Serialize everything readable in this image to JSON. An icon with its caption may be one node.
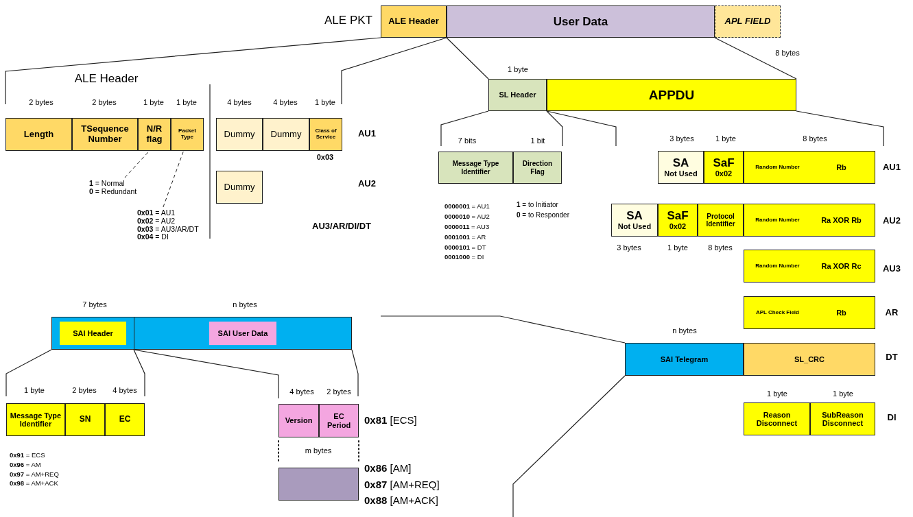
{
  "diagram": {
    "nodes": [
      {
        "text": [
          "ALE Header"
        ]
      },
      {
        "text": [
          "User Data"
        ]
      },
      {
        "text": [
          "APL FIELD"
        ]
      },
      {
        "text": [
          "Length"
        ]
      },
      {
        "text": [
          "TSequence Number"
        ]
      },
      {
        "text": [
          "N/R flag"
        ]
      },
      {
        "text": [
          "Packet Type"
        ]
      },
      {
        "text": [
          "Dummy"
        ]
      },
      {
        "text": [
          "Dummy"
        ]
      },
      {
        "text": [
          "Class of Service"
        ]
      },
      {
        "text": [
          "Dummy"
        ]
      },
      {
        "text": [
          "**1** = Normal",
          "**0** = Redundant"
        ]
      },
      {
        "text": [
          "**0x01** = AU1",
          "**0x02** = AU2",
          "**0x03** = AU3/AR/DT",
          "**0x04** = DI"
        ]
      },
      {
        "text": [
          "SL Header"
        ]
      },
      {
        "text": [
          "APPDU"
        ]
      },
      {
        "text": [
          "Message Type Identifier"
        ]
      },
      {
        "text": [
          "Direction Flag"
        ]
      },
      {
        "text": [
          "SA",
          "Not Used"
        ]
      },
      {
        "text": [
          "SaF",
          "0x02"
        ]
      },
      {
        "text": [
          "Random Number",
          "Rb"
        ]
      },
      {
        "text": [
          "SA",
          "Not Used"
        ]
      },
      {
        "text": [
          "SaF",
          "0x02"
        ]
      },
      {
        "text": [
          "Protocol Identifier"
        ]
      },
      {
        "text": [
          "Random Number",
          "Ra XOR Rb"
        ]
      },
      {
        "text": [
          "Random Number",
          "Ra XOR Rc"
        ]
      },
      {
        "text": [
          "APL Check Field",
          "Rb"
        ]
      },
      {
        "text": [
          "SAI Telegram"
        ]
      },
      {
        "text": [
          "SL_CRC"
        ]
      },
      {
        "text": [
          "Reason Disconnect"
        ]
      },
      {
        "text": [
          "SubReason Disconnect"
        ]
      },
      {
        "text": [],
        "shape": "box"
      },
      {
        "text": [
          "SAI Header"
        ],
        "in": 30
      },
      {
        "text": [
          "SAI User Data"
        ],
        "in": 30
      },
      {
        "text": [
          "Message Type Identifier"
        ]
      },
      {
        "text": [
          "SN"
        ]
      },
      {
        "text": [
          "EC"
        ]
      },
      {
        "text": [
          "Version"
        ]
      },
      {
        "text": [
          "EC Period"
        ]
      },
      {
        "text": [],
        "shape": "box"
      }
    ],
    "edges": [
      {
        "from": 11,
        "to": 5,
        "arrow": "none",
        "style": "dashed"
      },
      {
        "from": 12,
        "to": 6,
        "arrow": "none",
        "style": "dashed"
      }
    ],
    "labels": [
      "ALE PKT",
      "8 bytes",
      "1 byte",
      "ALE Header",
      "2 bytes",
      "2 bytes",
      "1 byte",
      "1 byte",
      "4 bytes",
      "4 bytes",
      "1 byte",
      "7 bits",
      "1 bit",
      "3 bytes",
      "1 byte",
      "8 bytes",
      "AU1",
      "AU1",
      "0x03",
      "AU2",
      "**1** = to Initiator",
      "**0** = to Responder",
      "**0000001** = AU1",
      "**0000010** = AU2",
      "**0000011** = AU3",
      "**0001001** = AR",
      "**0000101** = DT",
      "**0001000** = DI",
      "AU2",
      "AU3/AR/DI/DT",
      "3 bytes",
      "1 byte",
      "8 bytes",
      "AU3",
      "7 bytes",
      "n bytes",
      "AR",
      "n bytes",
      "DT",
      "1 byte",
      "2 bytes",
      "4 bytes",
      "4 bytes",
      "2 bytes",
      "1 byte",
      "1 byte",
      "**0x81** [ECS]",
      "DI",
      "m bytes",
      "**0x91** = ECS",
      "**0x96** = AM",
      "**0x97** = AM+REQ",
      "**0x98** = AM+ACK",
      "**0x86** [AM]",
      "**0x87** [AM+REQ]",
      "**0x88** [AM+ACK]"
    ]
  }
}
